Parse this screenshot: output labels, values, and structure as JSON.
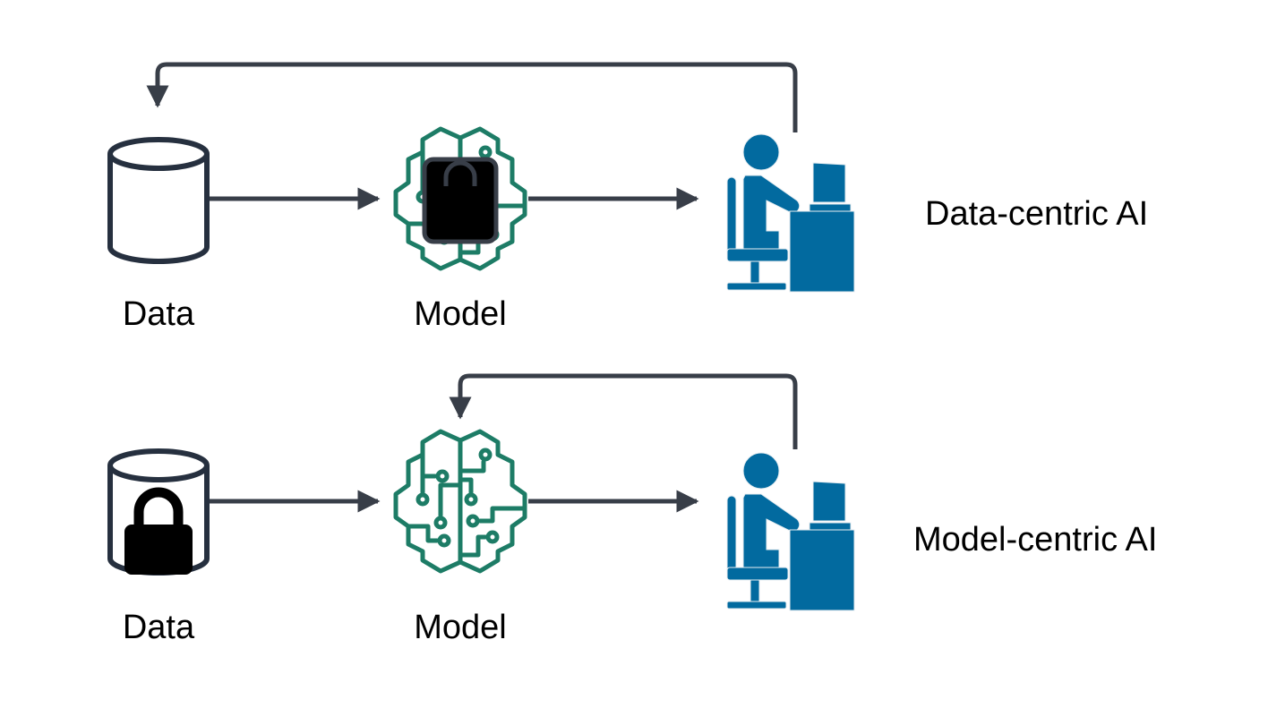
{
  "colors": {
    "arrow": "#383e48",
    "cylinder_stroke": "#26303f",
    "brain": "#1d7c66",
    "user": "#026a9f",
    "lock": "#000000"
  },
  "rows": [
    {
      "title": "Data-centric AI",
      "nodes": [
        {
          "label": "Data",
          "icon": "database-icon",
          "locked": false
        },
        {
          "label": "Model",
          "icon": "brain-circuit-icon",
          "locked": true
        },
        {
          "label": "",
          "icon": "user-at-computer-icon",
          "locked": false
        }
      ],
      "feedback": {
        "from": "user",
        "to": "Data"
      }
    },
    {
      "title": "Model-centric AI",
      "nodes": [
        {
          "label": "Data",
          "icon": "database-icon",
          "locked": true
        },
        {
          "label": "Model",
          "icon": "brain-circuit-icon",
          "locked": false
        },
        {
          "label": "",
          "icon": "user-at-computer-icon",
          "locked": false
        }
      ],
      "feedback": {
        "from": "user",
        "to": "Model"
      }
    }
  ]
}
